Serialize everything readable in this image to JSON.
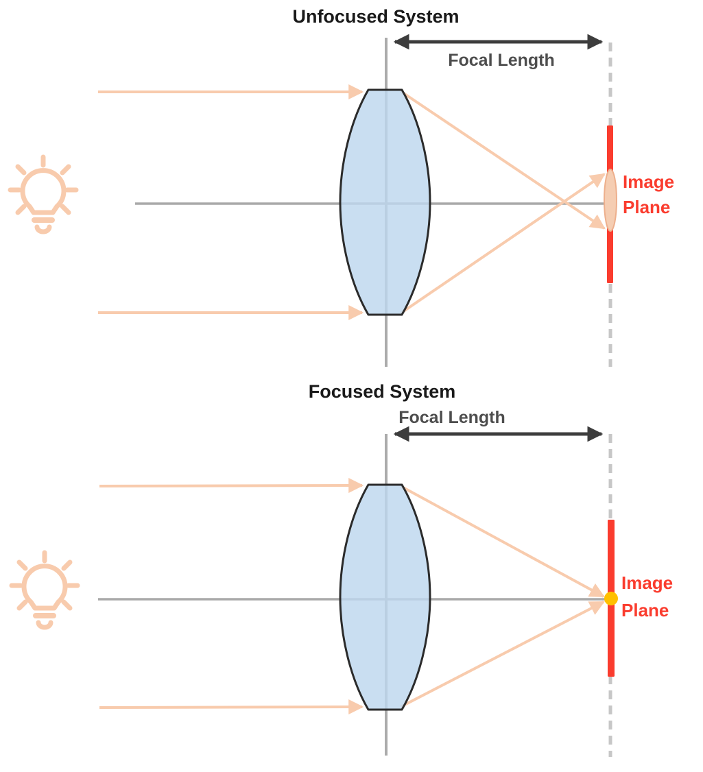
{
  "unfocused": {
    "title": "Unfocused System",
    "focal_length_label": "Focal Length",
    "image_plane_line1": "Image",
    "image_plane_line2": "Plane"
  },
  "focused": {
    "title": "Focused System",
    "focal_length_label": "Focal Length",
    "image_plane_line1": "Image",
    "image_plane_line2": "Plane"
  },
  "icons": {
    "light_source": "lightbulb-icon"
  },
  "colors": {
    "ray_peach": "#F8CBAD",
    "blur_fill": "#F5CDB2",
    "blur_stroke": "#EDAF8C",
    "lens_fill": "#BDD7EE",
    "lens_stroke": "#2B2B2B",
    "axis_gray": "#A9A9A9",
    "dashed_gray": "#C7C7C7",
    "arrow_dark": "#3D3D3D",
    "image_plane_red": "#FA3C2E",
    "focus_dot_gold": "#FFC000",
    "title_text": "#1A1A1A",
    "focal_label_gray": "#4D4D4D"
  }
}
